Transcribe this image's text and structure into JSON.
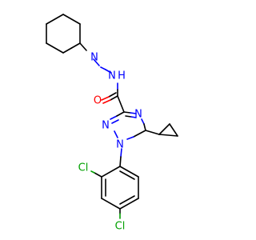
{
  "colors": {
    "background": "#ffffff",
    "bond": "#000000",
    "nitrogen": "#0000ff",
    "oxygen": "#ff0000",
    "chlorine": "#00a000"
  },
  "atoms": {
    "piperidine_n": "N",
    "amide_n": "N",
    "amide_h": "H",
    "carbonyl_o": "O",
    "triazole_n4": "N",
    "triazole_n2": "N",
    "triazole_n1": "N",
    "cl_ortho": "Cl",
    "cl_para": "Cl"
  }
}
